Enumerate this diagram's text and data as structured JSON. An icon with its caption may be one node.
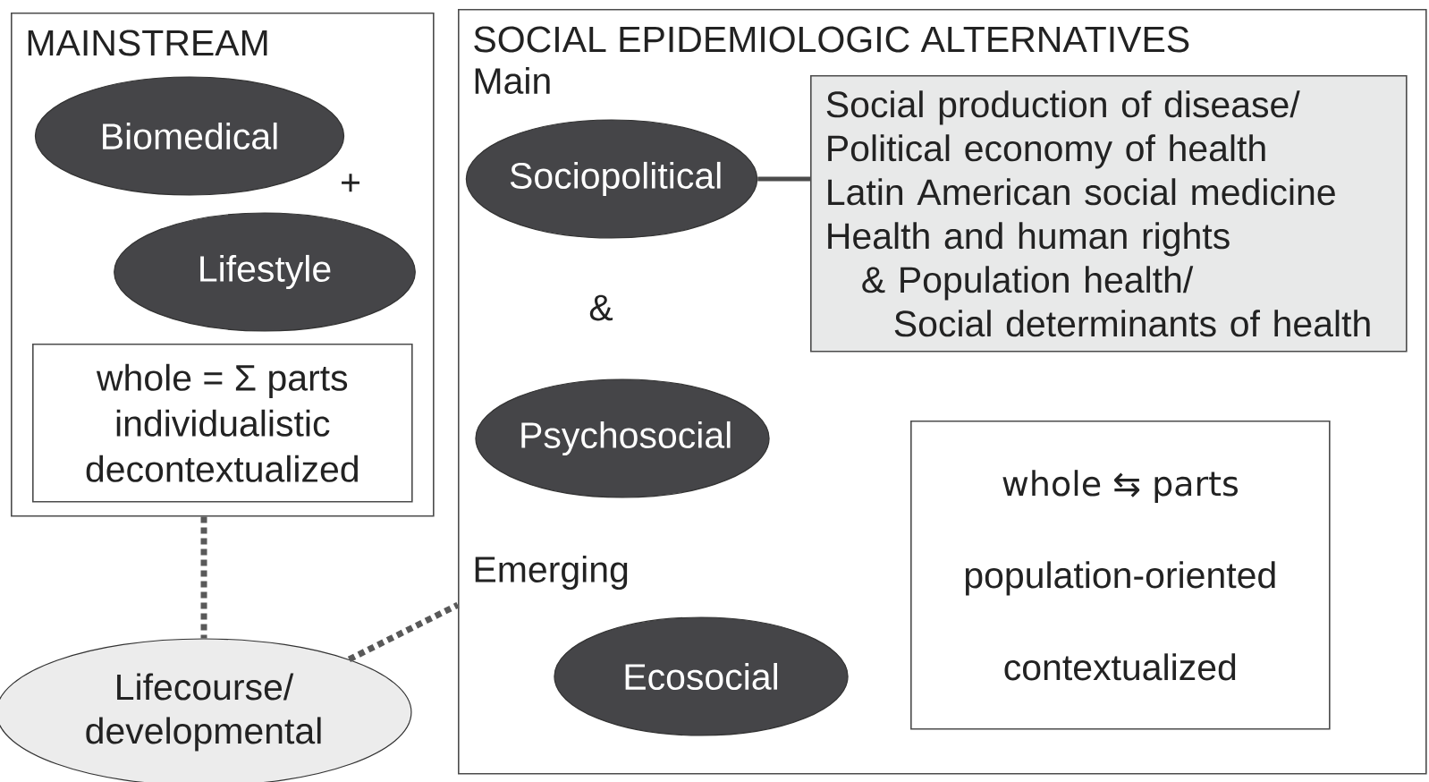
{
  "diagram": {
    "nodes": [
      {
        "text": [
          "MAINSTREAM"
        ]
      },
      {
        "text": [
          "Biomedical"
        ],
        "in": 0
      },
      {
        "text": [
          "Lifestyle"
        ],
        "in": 0
      },
      {
        "text": [
          "whole = Σ parts",
          "individualistic",
          "decontextualized"
        ],
        "in": 0
      },
      {
        "text": [
          "SOCIAL EPIDEMIOLOGIC ALTERNATIVES"
        ]
      },
      {
        "text": [
          "Sociopolitical"
        ],
        "in": 4
      },
      {
        "text": [
          "Social production of disease/",
          "Political economy of health",
          "Latin American social medicine",
          "Health and human rights",
          "& Population health/",
          "Social determinants of health"
        ],
        "in": 4
      },
      {
        "text": [
          "Psychosocial"
        ],
        "in": 4
      },
      {
        "text": [
          "Ecosocial"
        ],
        "in": 4
      },
      {
        "text": [
          "whole ⇆ parts",
          "population-oriented",
          "contextualized"
        ],
        "in": 4
      },
      {
        "text": [
          "Lifecourse/ developmental"
        ]
      }
    ],
    "edges": [
      {
        "from": 5,
        "to": 6,
        "arrow": "none"
      },
      {
        "from": 0,
        "to": 10,
        "arrow": "none",
        "style": "dashed"
      },
      {
        "from": 10,
        "to": 4,
        "arrow": "none",
        "style": "dashed"
      }
    ],
    "labels": [
      "+",
      "Main",
      "&",
      "Emerging"
    ]
  }
}
